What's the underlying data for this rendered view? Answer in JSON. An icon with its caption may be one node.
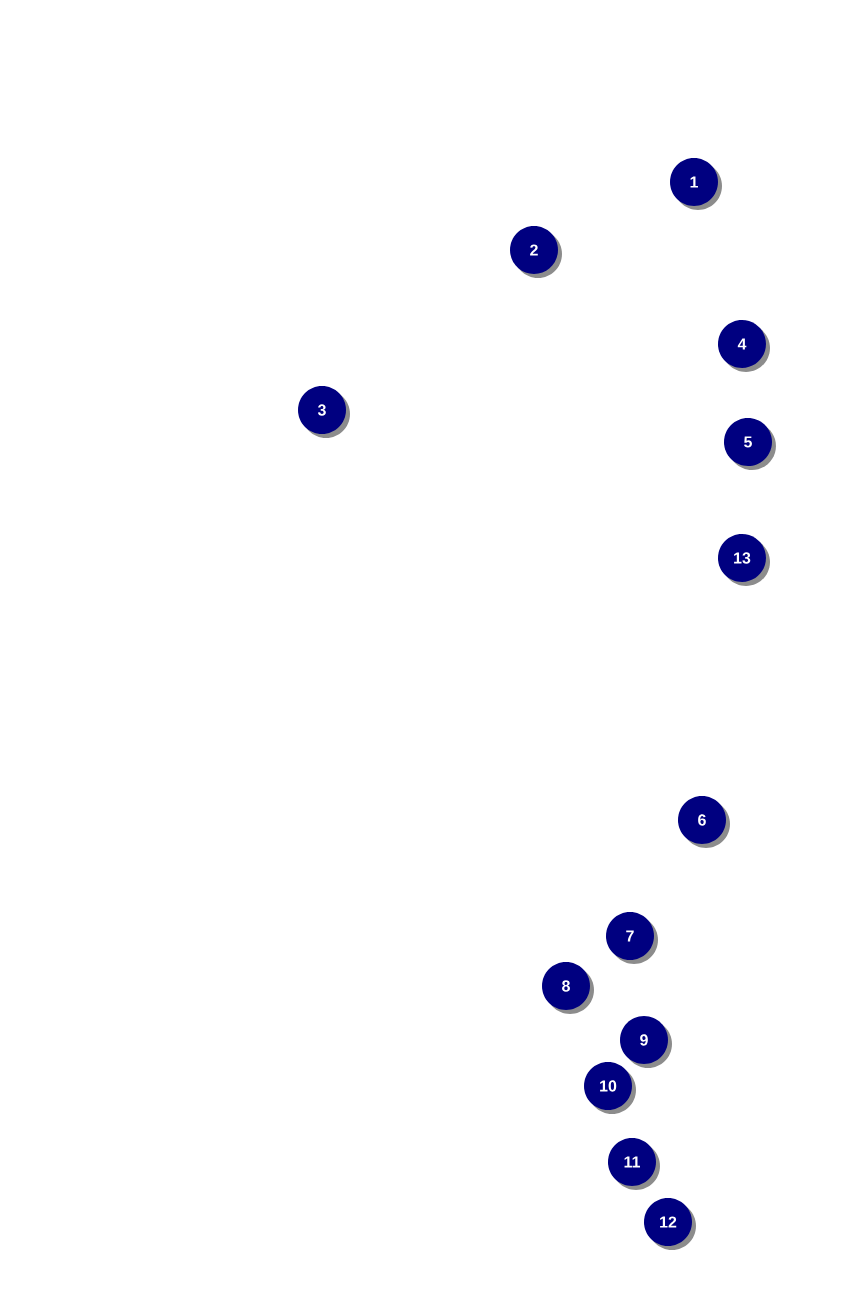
{
  "diagram": {
    "labels": [
      "1",
      "2",
      "4",
      "3",
      "5",
      "13",
      "6",
      "7",
      "8",
      "9",
      "10",
      "11",
      "12"
    ]
  }
}
